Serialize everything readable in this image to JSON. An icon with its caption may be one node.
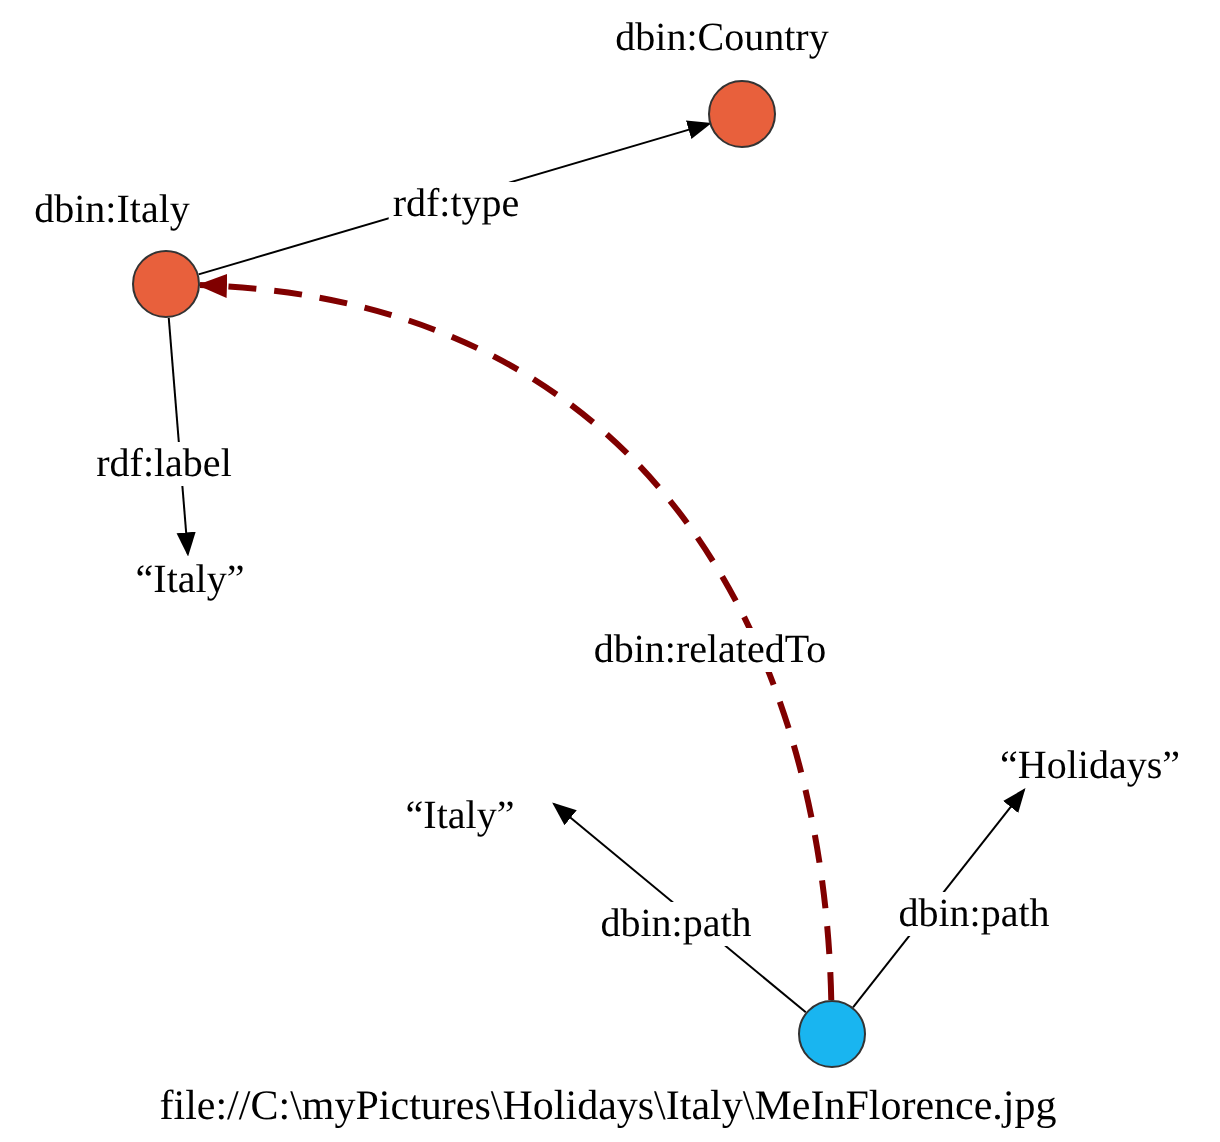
{
  "diagram": {
    "nodes": [
      {
        "text": [
          "dbin:Country"
        ]
      },
      {
        "text": [
          "dbin:Italy"
        ]
      },
      {
        "text": [
          "“Italy”"
        ]
      },
      {
        "text": [
          "“Italy”"
        ]
      },
      {
        "text": [
          "“Holidays”"
        ]
      },
      {
        "text": [
          "file://C:\\myPictures\\Holidays\\Italy\\MeInFlorence.jpg"
        ]
      }
    ],
    "edges": [
      {
        "from": 1,
        "to": 0,
        "arrow": "to",
        "label": "rdf:type"
      },
      {
        "from": 1,
        "to": 2,
        "arrow": "to",
        "label": "rdf:label"
      },
      {
        "from": 5,
        "to": 1,
        "arrow": "to",
        "label": "dbin:relatedTo",
        "style": "dashed",
        "color": "#800000"
      },
      {
        "from": 5,
        "to": 3,
        "arrow": "to",
        "label": "dbin:path"
      },
      {
        "from": 5,
        "to": 4,
        "arrow": "to",
        "label": "dbin:path"
      }
    ]
  }
}
